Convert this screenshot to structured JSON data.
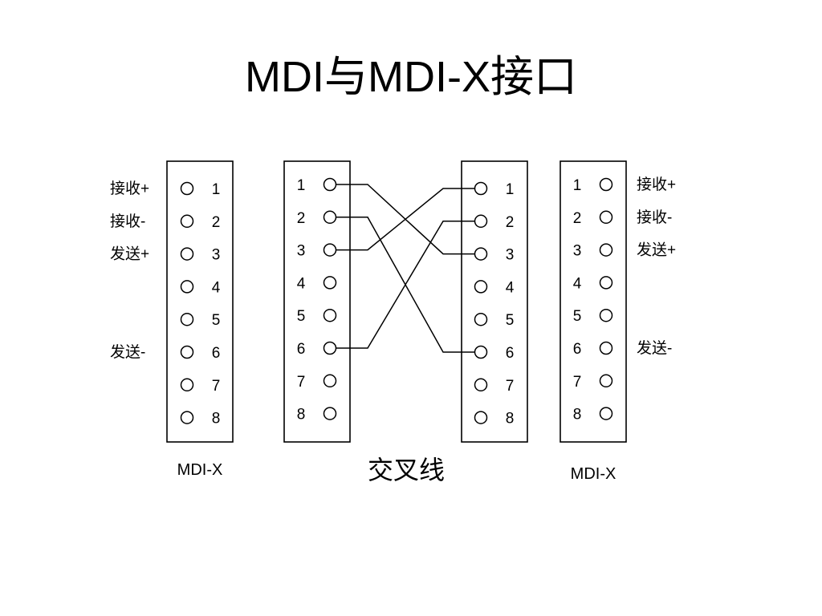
{
  "title": "MDI与MDI-X接口",
  "panels": [
    {
      "id": "left-mdix",
      "caption": "MDI-X",
      "pins": [
        "1",
        "2",
        "3",
        "4",
        "5",
        "6",
        "7",
        "8"
      ],
      "side_labels": [
        {
          "pin": 1,
          "text": "接收+"
        },
        {
          "pin": 2,
          "text": "接收-"
        },
        {
          "pin": 3,
          "text": "发送+"
        },
        {
          "pin": 6,
          "text": "发送-"
        }
      ]
    },
    {
      "id": "cable-left",
      "caption": "",
      "pins": [
        "1",
        "2",
        "3",
        "4",
        "5",
        "6",
        "7",
        "8"
      ],
      "side_labels": []
    },
    {
      "id": "cable-right",
      "caption": "",
      "pins": [
        "1",
        "2",
        "3",
        "4",
        "5",
        "6",
        "7",
        "8"
      ],
      "side_labels": []
    },
    {
      "id": "right-mdix",
      "caption": "MDI-X",
      "pins": [
        "1",
        "2",
        "3",
        "4",
        "5",
        "6",
        "7",
        "8"
      ],
      "side_labels": [
        {
          "pin": 1,
          "text": "接收+"
        },
        {
          "pin": 2,
          "text": "接收-"
        },
        {
          "pin": 3,
          "text": "发送+"
        },
        {
          "pin": 6,
          "text": "发送-"
        }
      ]
    }
  ],
  "cable_caption": "交叉线",
  "crossover_wiring": [
    {
      "from": 1,
      "to": 3
    },
    {
      "from": 2,
      "to": 6
    },
    {
      "from": 3,
      "to": 1
    },
    {
      "from": 6,
      "to": 2
    }
  ]
}
